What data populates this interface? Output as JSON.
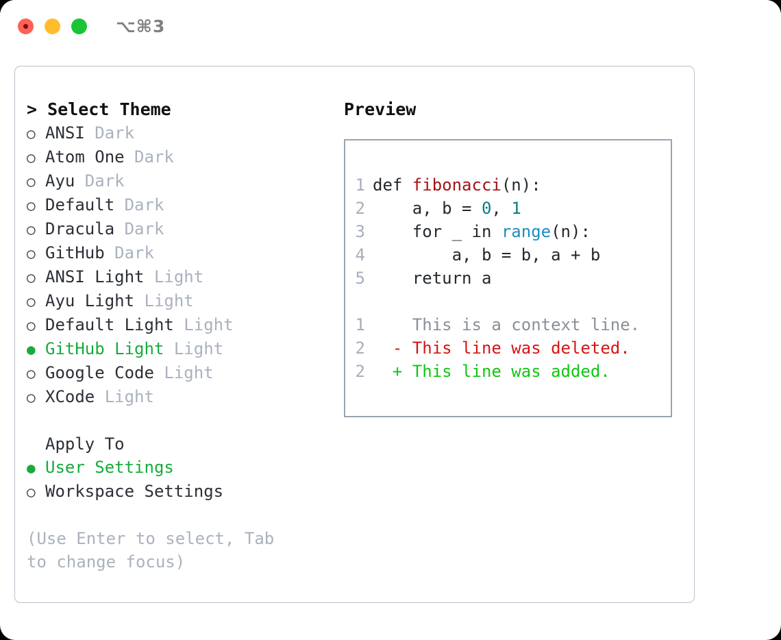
{
  "window": {
    "shortcut": "⌥⌘3",
    "traffic_lights": [
      "close-red",
      "minimize-yellow",
      "maximize-green"
    ]
  },
  "theme_picker": {
    "header": "> Select Theme",
    "marker_unselected": "○",
    "marker_selected": "●",
    "selected_theme": "GitHub Light",
    "accent_color": "#18ab3c",
    "items": [
      {
        "name": "ANSI",
        "category": "Dark",
        "selected": false
      },
      {
        "name": "Atom One",
        "category": "Dark",
        "selected": false
      },
      {
        "name": "Ayu",
        "category": "Dark",
        "selected": false
      },
      {
        "name": "Default",
        "category": "Dark",
        "selected": false
      },
      {
        "name": "Dracula",
        "category": "Dark",
        "selected": false
      },
      {
        "name": "GitHub",
        "category": "Dark",
        "selected": false
      },
      {
        "name": "ANSI Light",
        "category": "Light",
        "selected": false
      },
      {
        "name": "Ayu Light",
        "category": "Light",
        "selected": false
      },
      {
        "name": "Default Light",
        "category": "Light",
        "selected": false
      },
      {
        "name": "GitHub Light",
        "category": "Light",
        "selected": true
      },
      {
        "name": "Google Code",
        "category": "Light",
        "selected": false
      },
      {
        "name": "XCode",
        "category": "Light",
        "selected": false
      }
    ]
  },
  "apply_to": {
    "header": "Apply To",
    "selected": "User Settings",
    "items": [
      {
        "name": "User Settings",
        "selected": true
      },
      {
        "name": "Workspace Settings",
        "selected": false
      }
    ]
  },
  "hint": "(Use Enter to select, Tab to change focus)",
  "preview": {
    "header": "Preview",
    "code_lines": [
      {
        "number": "1",
        "tokens": [
          {
            "text": "def ",
            "type": "keyword"
          },
          {
            "text": "fibonacci",
            "type": "function"
          },
          {
            "text": "(n):",
            "type": "plain"
          }
        ]
      },
      {
        "number": "2",
        "tokens": [
          {
            "text": "    a, b = ",
            "type": "plain"
          },
          {
            "text": "0",
            "type": "number"
          },
          {
            "text": ", ",
            "type": "plain"
          },
          {
            "text": "1",
            "type": "number"
          }
        ]
      },
      {
        "number": "3",
        "tokens": [
          {
            "text": "    for _ in ",
            "type": "plain"
          },
          {
            "text": "range",
            "type": "builtin"
          },
          {
            "text": "(n):",
            "type": "plain"
          }
        ]
      },
      {
        "number": "4",
        "tokens": [
          {
            "text": "        a, b = b, a + b",
            "type": "plain"
          }
        ]
      },
      {
        "number": "5",
        "tokens": [
          {
            "text": "    return a",
            "type": "plain"
          }
        ]
      }
    ],
    "diff_lines": [
      {
        "number": "1",
        "marker": "  ",
        "text": "This is a context line.",
        "type": "context"
      },
      {
        "number": "2",
        "marker": "- ",
        "text": "This line was deleted.",
        "type": "deleted"
      },
      {
        "number": "2",
        "marker": "+ ",
        "text": "This line was added.",
        "type": "added"
      }
    ]
  },
  "colors": {
    "accent_green": "#18ab3c",
    "diff_delete": "#d61515",
    "diff_add": "#13c513",
    "diff_context": "#8a9099",
    "syntax_function": "#a21419",
    "syntax_number": "#0b7d80",
    "syntax_builtin": "#1d8fc0",
    "muted_text": "#aab2be",
    "border": "#b9c0cc"
  }
}
